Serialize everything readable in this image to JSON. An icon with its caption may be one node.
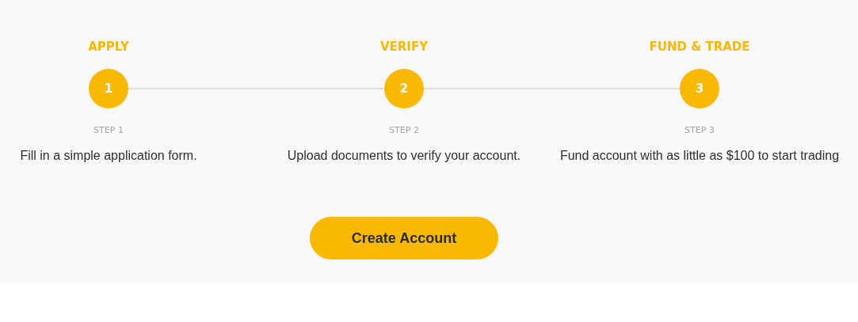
{
  "diagram": {
    "nodes": [
      {
        "text": [
          "APPLY",
          "1"
        ],
        "beside": [
          "STEP 1",
          "Fill in a simple application form."
        ]
      },
      {
        "text": [
          "VERIFY",
          "2"
        ],
        "beside": [
          "STEP 2",
          "Upload documents to verify your account."
        ]
      },
      {
        "text": [
          "FUND & TRADE",
          "3"
        ],
        "beside": [
          "STEP 3",
          "Fund account with as little as $100 to start trading"
        ]
      },
      {
        "text": [
          "Create Account"
        ]
      }
    ],
    "edges": [
      {
        "from": 0,
        "to": 1,
        "arrow": "none"
      },
      {
        "from": 1,
        "to": 2,
        "arrow": "none"
      }
    ]
  }
}
